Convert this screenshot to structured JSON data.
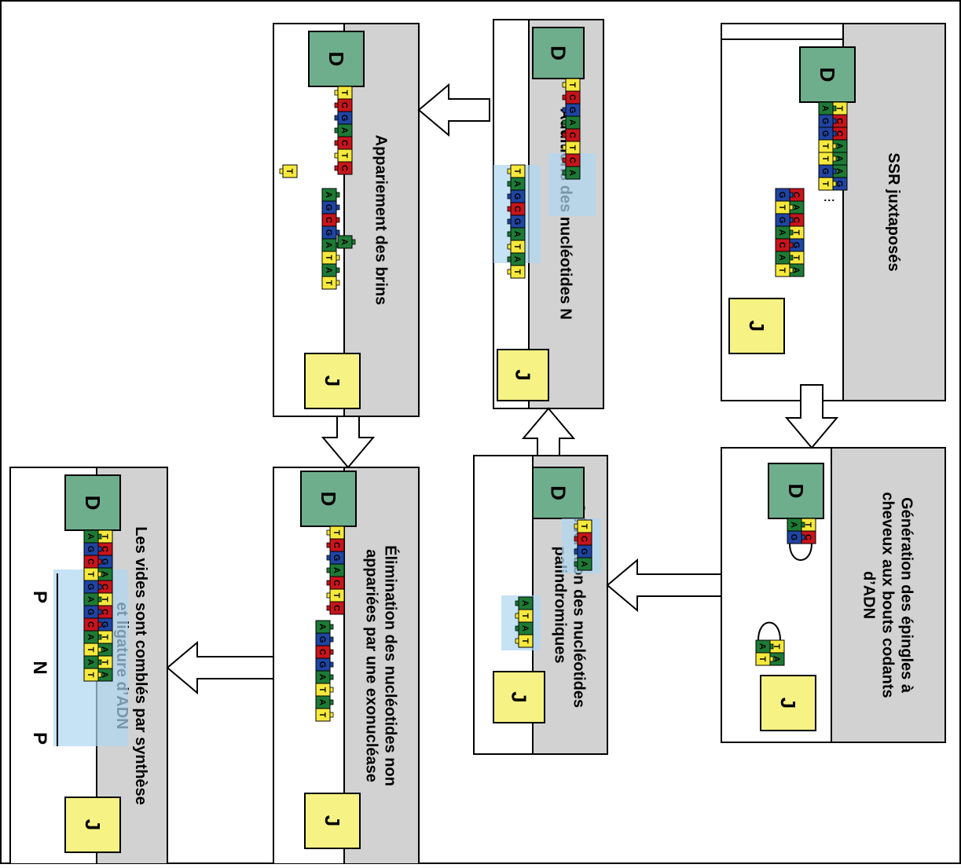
{
  "colors": {
    "A": "#1d7a35",
    "C": "#c8141b",
    "G": "#1f45a3",
    "T": "#f6e93c",
    "D_block": "#6fae8d",
    "J_block": "#f6f284",
    "panel_title": "#d2d2d2",
    "highlight": "#aed6f1"
  },
  "legend": {
    "p_label": "P",
    "n_label": "N",
    "p2_label": "P",
    "dots": "⋮"
  },
  "panels": [
    {
      "id": "ssr",
      "title": [
        "SSR juxtaposés"
      ],
      "segments": [
        {
          "block": "D",
          "rows": [
            [
              "T",
              "C",
              "C",
              "A",
              "A",
              "A",
              "G"
            ],
            [
              "A",
              "G",
              "G",
              "T",
              "T",
              "G",
              "T"
            ]
          ]
        },
        {
          "block": "J",
          "rows": [
            [
              "C",
              "A",
              "C",
              "T",
              "G",
              "T",
              "A"
            ],
            [
              "G",
              "T",
              "G",
              "A",
              "C",
              "A",
              "T"
            ]
          ]
        }
      ]
    },
    {
      "id": "hairpin",
      "title": [
        "Génération des épingles à",
        "cheveux aux bouts codants",
        "d’ADN"
      ],
      "segments": [
        {
          "block": "D",
          "rows": [
            [
              "T",
              "C"
            ],
            [
              "A",
              "G"
            ]
          ]
        },
        {
          "block": "J",
          "rows": [
            [
              "T",
              "A"
            ],
            [
              "A",
              "T"
            ]
          ]
        }
      ]
    },
    {
      "id": "palindromic",
      "title": [
        "Génération des nucléotides",
        "palindromiques"
      ],
      "segments": [
        {
          "block": "D",
          "rows": [
            [
              "T",
              "C",
              "G",
              "A"
            ]
          ]
        },
        {
          "block": "J",
          "rows": [
            [
              "A",
              "T",
              "A",
              "T"
            ]
          ]
        }
      ]
    },
    {
      "id": "n_additions",
      "title": [
        "Additions des nucléotides N"
      ],
      "segments": [
        {
          "block": "D",
          "rows": [
            [
              "T",
              "C",
              "G",
              "A",
              "C",
              "T",
              "C",
              "A"
            ]
          ]
        },
        {
          "block": "J",
          "rows": [
            [
              "T",
              "A",
              "G",
              "C",
              "G",
              "A",
              "T",
              "A",
              "T"
            ]
          ]
        }
      ]
    },
    {
      "id": "pairing",
      "title": [
        "Appariement des brins"
      ],
      "flaps": [
        "T",
        "A"
      ],
      "segments": [
        {
          "block": "D",
          "rows": [
            [
              "T",
              "C",
              "G",
              "A",
              "C",
              "T",
              "C"
            ]
          ]
        },
        {
          "block": "J",
          "rows": [
            [
              "A",
              "G",
              "C",
              "G",
              "A",
              "T",
              "A",
              "T"
            ]
          ]
        }
      ]
    },
    {
      "id": "exonuclease",
      "title": [
        "Élimination des nucléotides non",
        "appariées par une exonucléase"
      ],
      "segments": [
        {
          "block": "D",
          "rows": [
            [
              "T",
              "C",
              "G",
              "A",
              "C",
              "T",
              "C"
            ],
            [
              "A",
              "G",
              "C",
              "G",
              "A",
              "T",
              "A",
              "T"
            ]
          ]
        },
        {
          "block": "J",
          "rows": []
        }
      ]
    },
    {
      "id": "ligation",
      "title": [
        "Les vides sont comblés par synthèse",
        "et ligature d’ADN"
      ],
      "segments": [
        {
          "block": "D",
          "rows": [
            [
              "T",
              "C",
              "G",
              "A",
              "C",
              "T",
              "C",
              "G",
              "T",
              "A",
              "T",
              "A"
            ],
            [
              "A",
              "G",
              "C",
              "T",
              "G",
              "A",
              "G",
              "C",
              "A",
              "T",
              "A",
              "T"
            ]
          ]
        }
      ]
    }
  ],
  "block_labels": {
    "D": "D",
    "J": "J"
  }
}
